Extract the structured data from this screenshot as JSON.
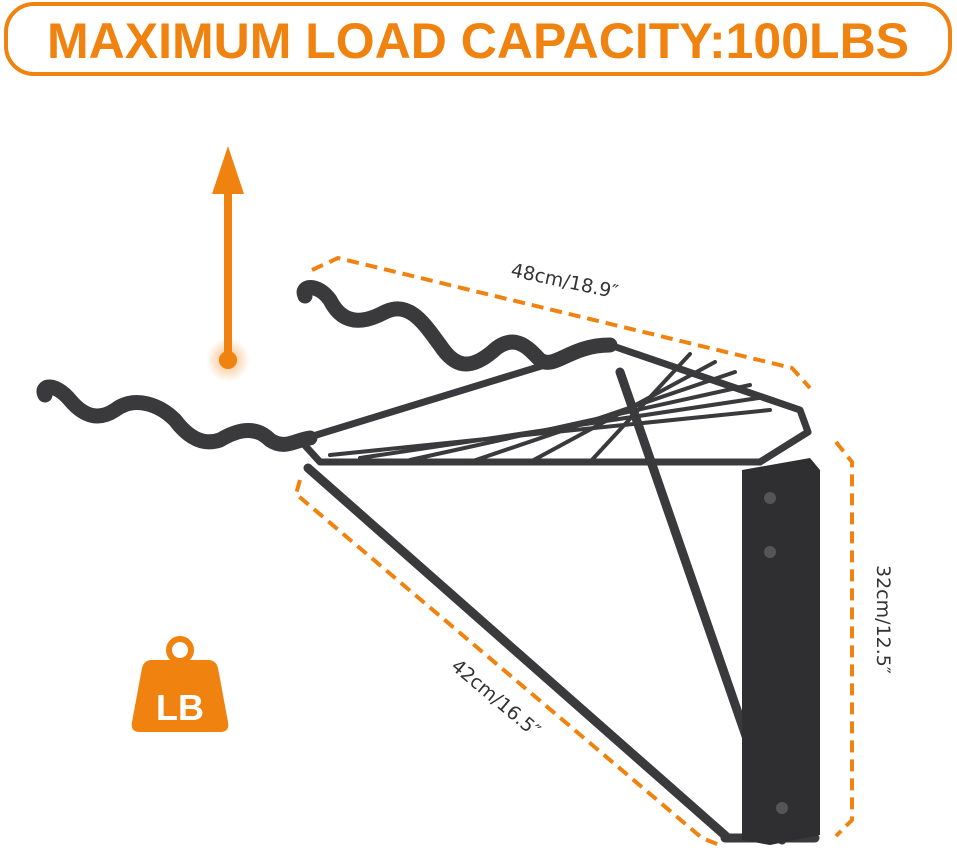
{
  "banner": {
    "title": "MAXIMUM LOAD CAPACITY:100LBS"
  },
  "dimensions": {
    "length_top": "48cm/18.9″",
    "height_right": "32cm/12.5″",
    "diagonal_left": "42cm/16.5″"
  },
  "weight_icon": {
    "label": "LB"
  },
  "colors": {
    "accent": "#F0820F",
    "metal": "#3a3a3c",
    "text": "#333333"
  }
}
